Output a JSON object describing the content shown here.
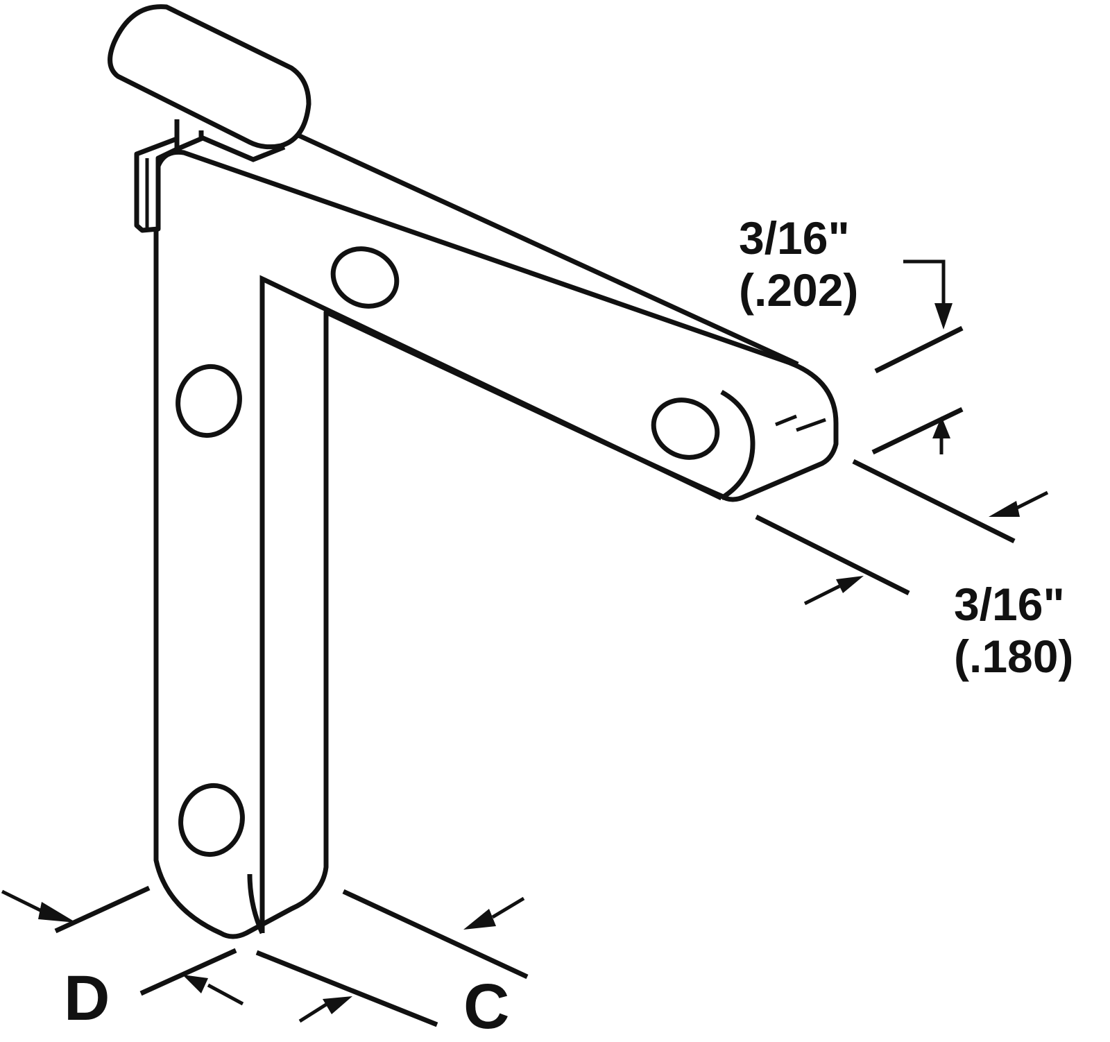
{
  "diagram": {
    "subject": "L-shaped bracket with top pivot/latch",
    "colors": {
      "line": "#111111",
      "background": "#ffffff"
    },
    "dimensions": {
      "top_right": {
        "fraction": "3/16\"",
        "decimal": "(.202)"
      },
      "right": {
        "fraction": "3/16\"",
        "decimal": "(.180)"
      }
    },
    "letters": {
      "bottom_left": "D",
      "bottom_right": "C"
    }
  }
}
